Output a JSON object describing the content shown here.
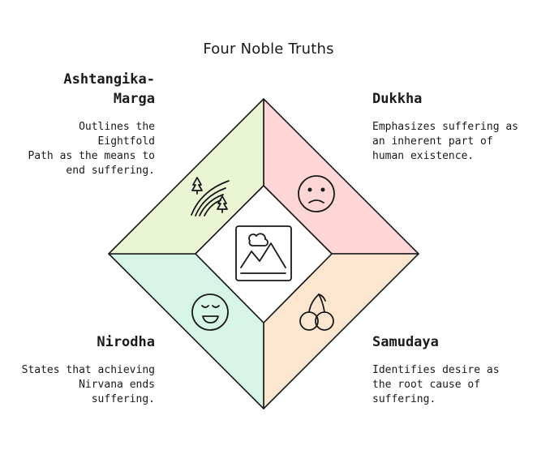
{
  "title": "Four Noble Truths",
  "quadrants": {
    "top_right": {
      "heading": "Dukkha",
      "description_lines": [
        "Emphasizes suffering as",
        "an inherent part of",
        "human existence."
      ],
      "color": "#ffd6d6",
      "icon": "sad-face-icon"
    },
    "bottom_right": {
      "heading": "Samudaya",
      "description_lines": [
        "Identifies desire as",
        "the root cause of",
        "suffering."
      ],
      "color": "#fde6d0",
      "icon": "cherries-icon"
    },
    "bottom_left": {
      "heading": "Nirodha",
      "description_lines": [
        "States that achieving",
        "Nirvana ends",
        "suffering."
      ],
      "color": "#d6f5e6",
      "icon": "happy-face-icon"
    },
    "top_left": {
      "heading_lines": [
        "Ashtangika-",
        "Marga"
      ],
      "description_lines": [
        "Outlines the Eightfold",
        "Path as the means to",
        "end suffering."
      ],
      "color": "#eaf5d3",
      "icon": "path-with-trees-icon"
    }
  },
  "center": {
    "icon": "image-placeholder-icon"
  }
}
